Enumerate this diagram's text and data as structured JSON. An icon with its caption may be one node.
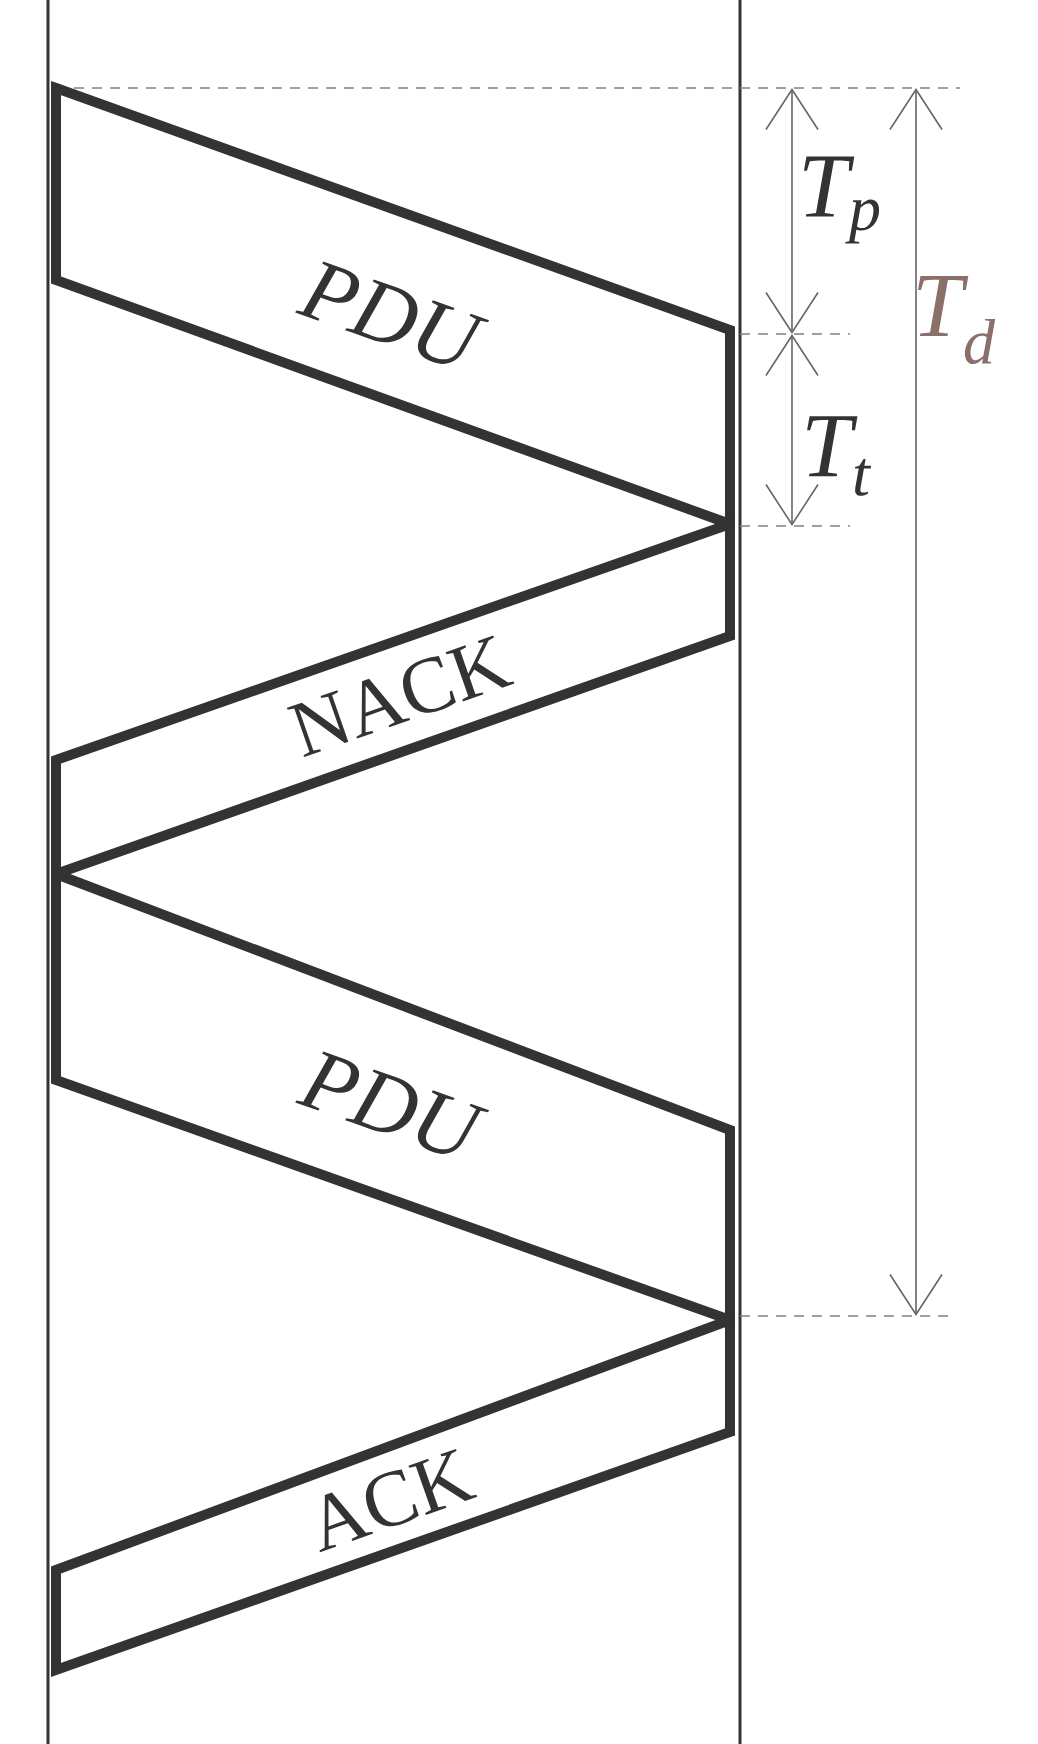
{
  "diagram": {
    "nodes": [
      {
        "text": [
          "PDU"
        ]
      },
      {
        "text": [
          "NACK"
        ]
      },
      {
        "text": [
          "PDU"
        ]
      },
      {
        "text": [
          "ACK"
        ]
      }
    ],
    "labels": [
      "T$_{p}$",
      "T$_{t}$",
      "T$_{d}$"
    ]
  }
}
